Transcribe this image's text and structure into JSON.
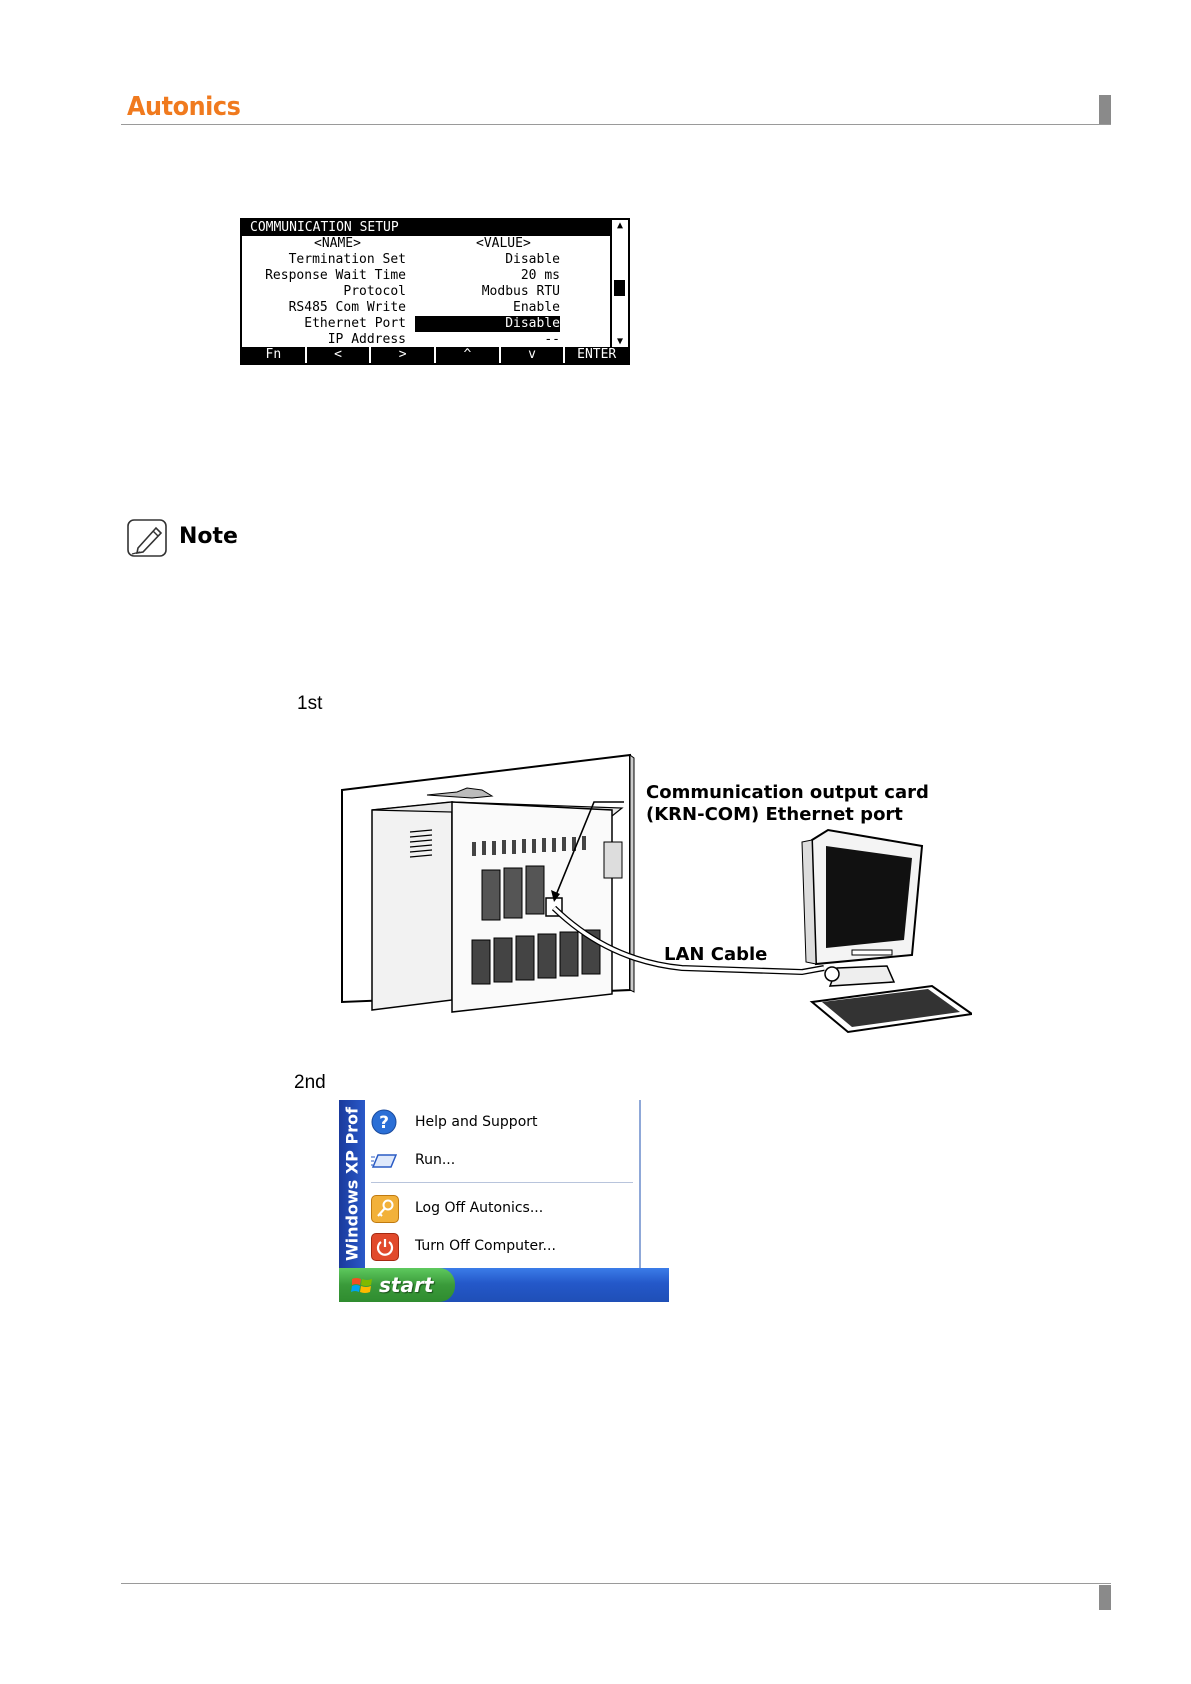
{
  "header": {
    "brand": "Autonics"
  },
  "lcd": {
    "title": "COMMUNICATION SETUP",
    "col_name": "<NAME>",
    "col_value": "<VALUE>",
    "rows": [
      {
        "name": "Termination Set",
        "value": "Disable"
      },
      {
        "name": "Response Wait Time",
        "value": "20 ms"
      },
      {
        "name": "Protocol",
        "value": "Modbus RTU"
      },
      {
        "name": "RS485 Com Write",
        "value": "Enable"
      },
      {
        "name": "Ethernet Port",
        "value": "Disable"
      },
      {
        "name": "IP Address",
        "value": "--"
      }
    ],
    "selected_row": 4,
    "keys": [
      "Fn",
      "<",
      ">",
      "^",
      "v",
      "ENTER"
    ]
  },
  "note": {
    "label": "Note"
  },
  "steps": {
    "first": "1st",
    "second": "2nd"
  },
  "diagram": {
    "label_card_line1": "Communication output card",
    "label_card_line2": "(KRN-COM) Ethernet port",
    "label_cable": "LAN Cable"
  },
  "start_menu": {
    "sidebar_text": "Windows XP Prof",
    "items": [
      {
        "label": "Help and Support",
        "icon": "help-icon"
      },
      {
        "label": "Run...",
        "icon": "run-icon"
      },
      {
        "label": "Log Off Autonics...",
        "icon": "log-off-icon"
      },
      {
        "label": "Turn Off Computer...",
        "icon": "power-icon"
      }
    ],
    "start_label": "start"
  }
}
